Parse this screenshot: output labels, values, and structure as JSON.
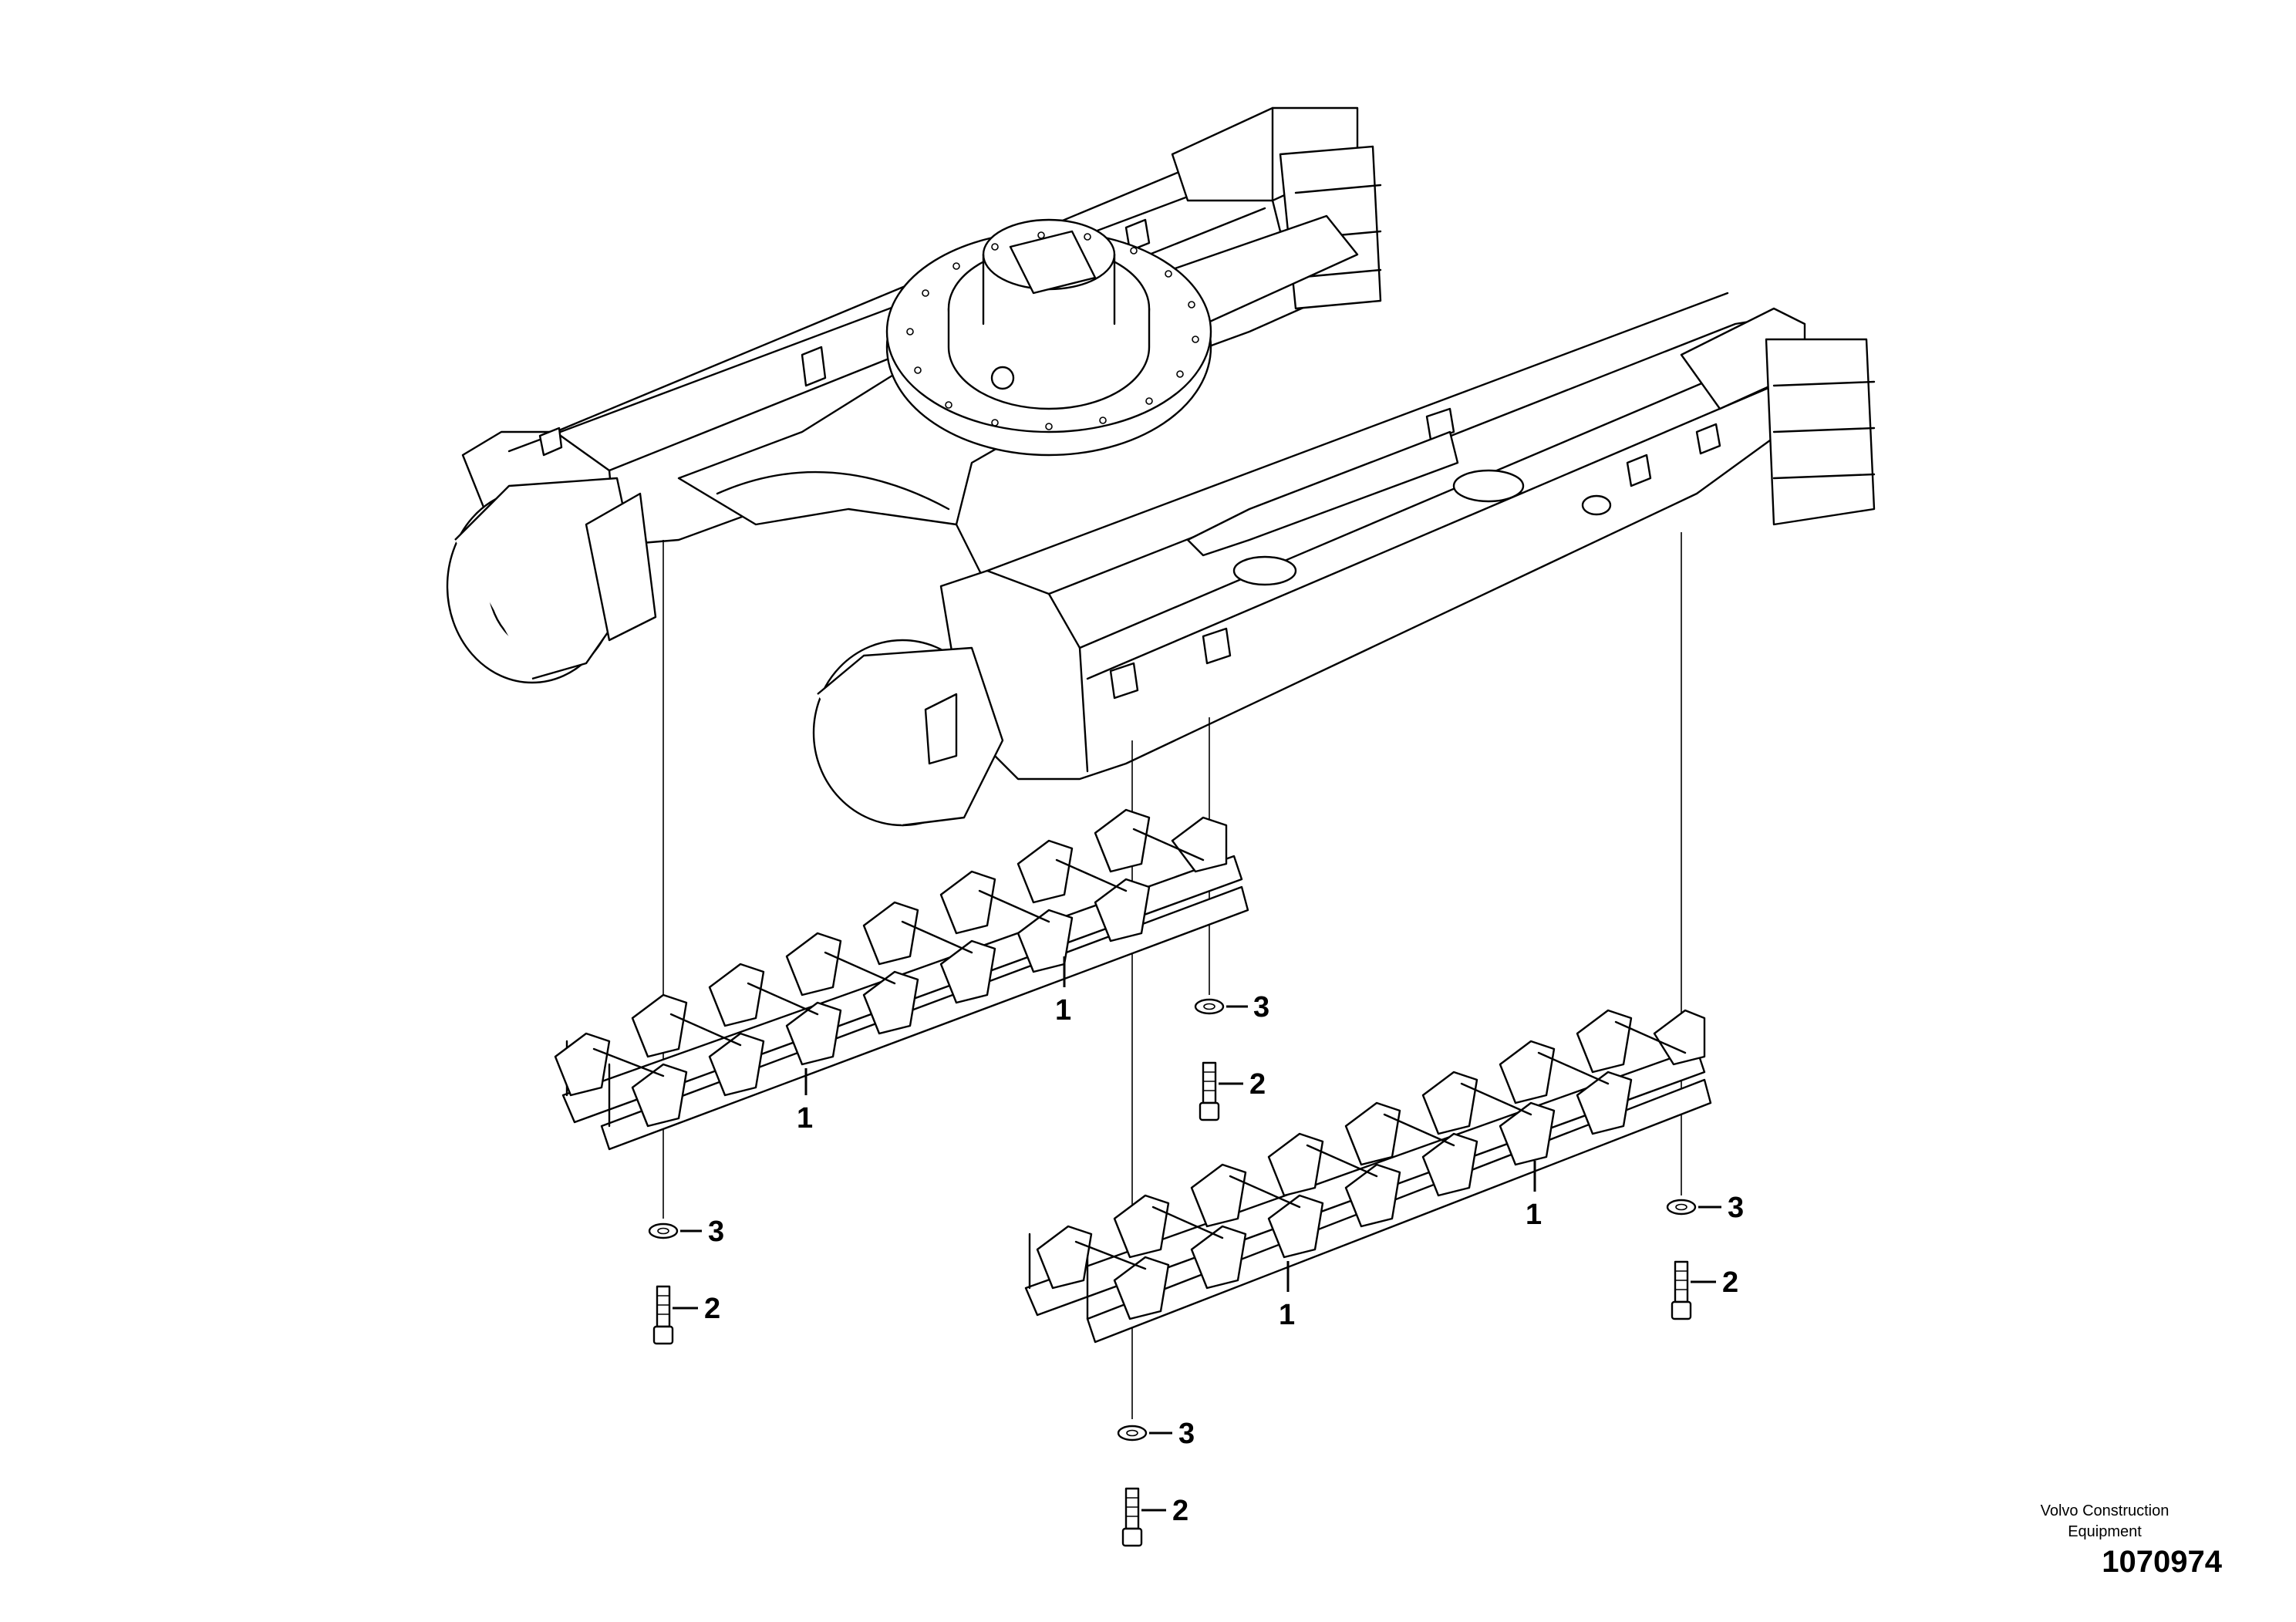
{
  "brand": {
    "line1": "Volvo Construction",
    "line2": "Equipment"
  },
  "drawing_number": "1070974",
  "callouts": {
    "shoe_guard": "1",
    "screw": "2",
    "washer": "3"
  }
}
